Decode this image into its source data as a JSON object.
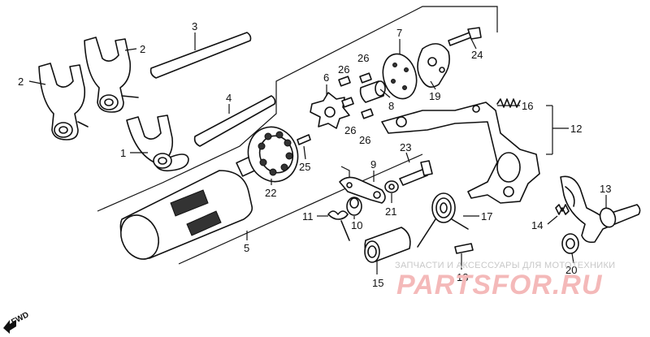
{
  "callouts": [
    "1",
    "2",
    "2",
    "3",
    "4",
    "5",
    "6",
    "7",
    "8",
    "9",
    "10",
    "11",
    "12",
    "13",
    "14",
    "15",
    "16",
    "17",
    "18",
    "19",
    "20",
    "21",
    "22",
    "23",
    "24",
    "25",
    "26",
    "26",
    "26",
    "26"
  ],
  "watermark": {
    "caption": "ЗАПЧАСТИ И АКСЕССУАРЫ ДЛЯ МОТОТЕХНИКИ",
    "logo": "PARTSFOR.RU"
  },
  "direction_label": "FWD",
  "colors": {
    "ink": "#111111",
    "watermark_caption": "#c8c8c8",
    "watermark_logo": "#f4b9b9"
  }
}
